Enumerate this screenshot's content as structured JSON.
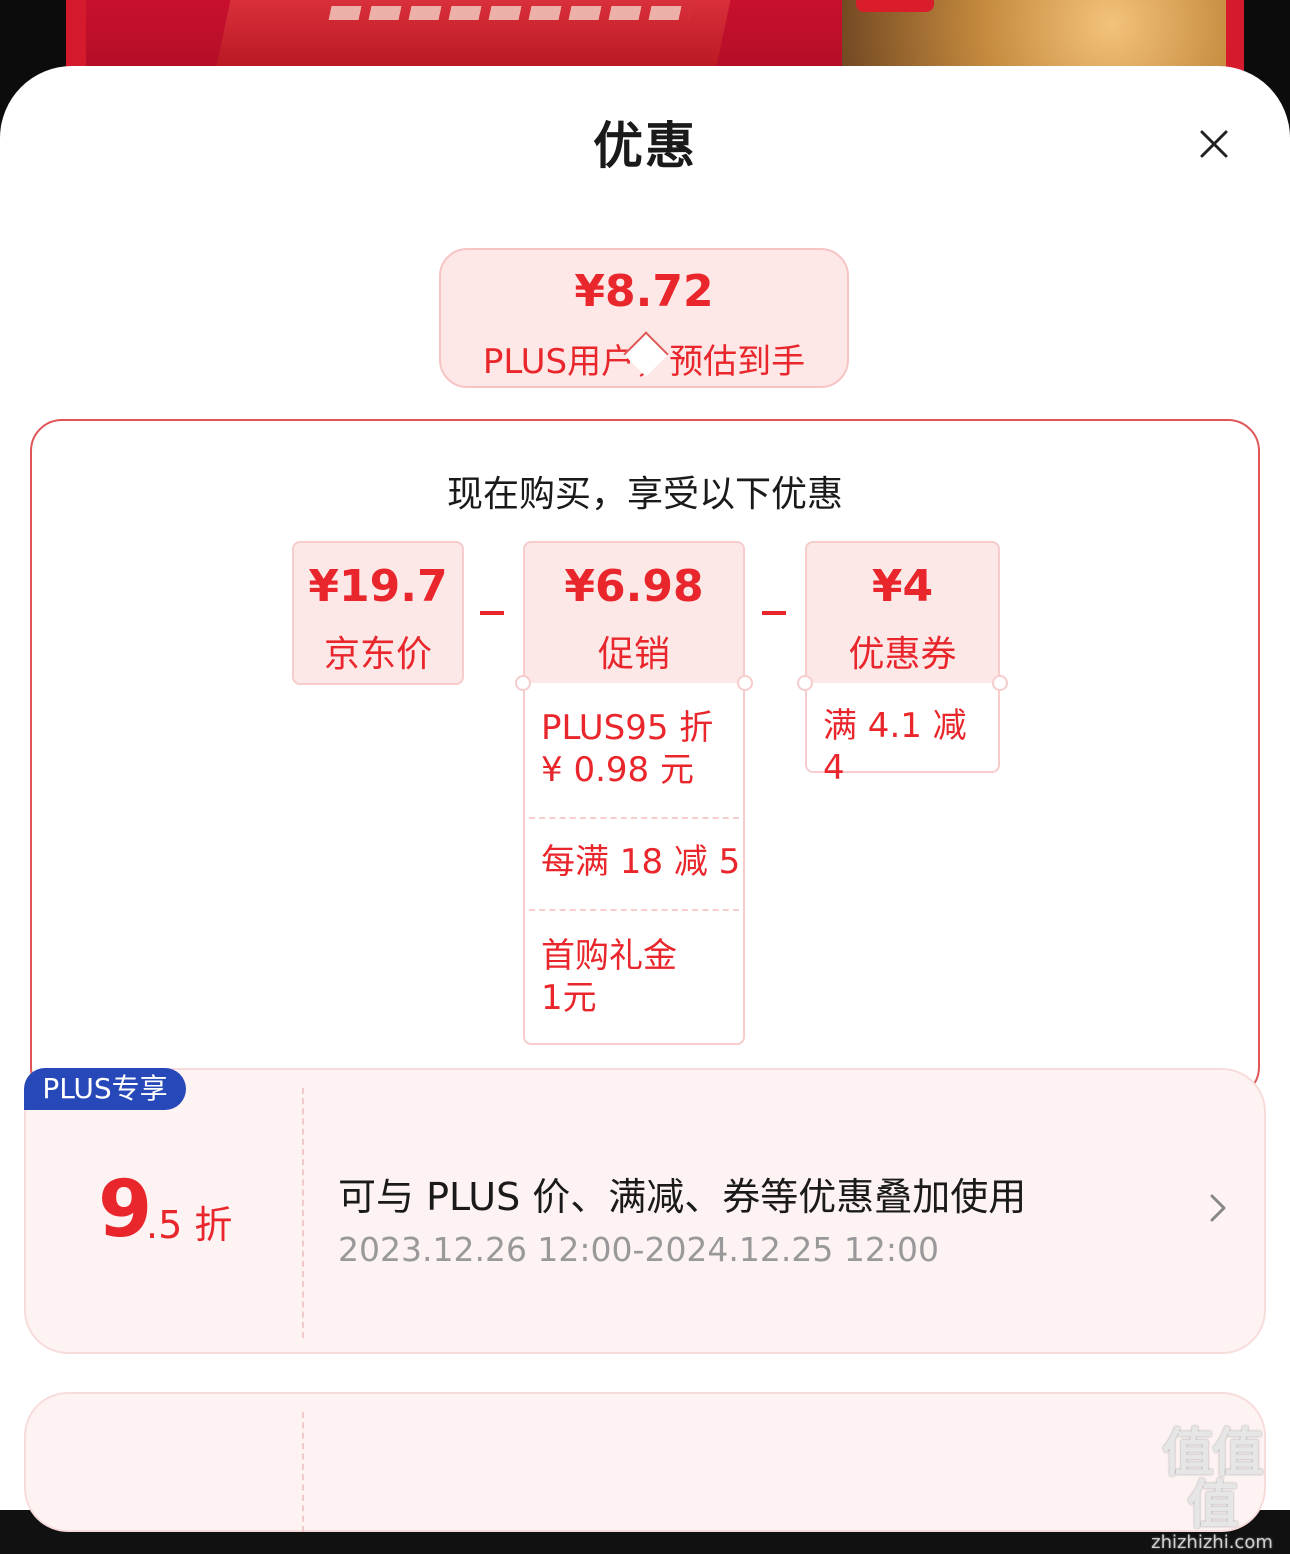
{
  "header": {
    "title": "优惠"
  },
  "estimate": {
    "price": "¥8.72",
    "label": "PLUS用户，预估到手"
  },
  "breakdown": {
    "title": "现在购买，享受以下优惠",
    "jd_price": {
      "amount": "¥19.7",
      "label": "京东价"
    },
    "promotion": {
      "amount": "¥6.98",
      "label": "促销",
      "items": [
        {
          "line1": "PLUS95 折",
          "line2": "¥ 0.98 元"
        },
        {
          "line1": "每满 18 减 5",
          "line2": ""
        },
        {
          "line1": "首购礼金",
          "line2": "1元"
        }
      ]
    },
    "coupon": {
      "amount": "¥4",
      "label": "优惠券",
      "items": [
        {
          "line1": "满 4.1 减 4"
        }
      ]
    }
  },
  "plus_offer": {
    "badge": "PLUS专享",
    "discount_big": "9",
    "discount_small": ".5 折",
    "description": "可与 PLUS 价、满减、券等优惠叠加使用",
    "validity": "2023.12.26 12:00-2024.12.25 12:00"
  },
  "watermark": {
    "logo": "值值值",
    "url": "zhizhizhi.com"
  },
  "colors": {
    "accent": "#e8262b",
    "badge": "#2748b8",
    "card_bg": "#fde8e8"
  }
}
